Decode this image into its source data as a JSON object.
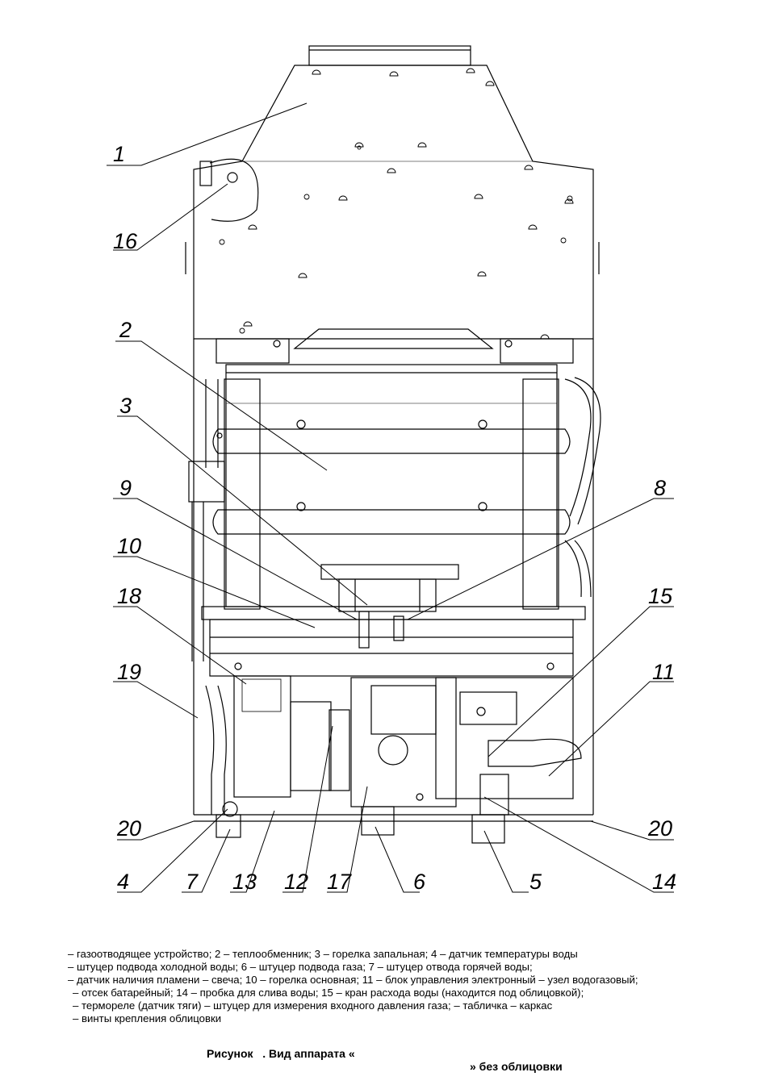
{
  "callouts": [
    "1",
    "16",
    "2",
    "3",
    "9",
    "10",
    "18",
    "19",
    "20",
    "4",
    "7",
    "13",
    "12",
    "17",
    "6",
    "5",
    "14",
    "20",
    "11",
    "15",
    "8"
  ],
  "legend": [
    "– газоотводящее устройство; 2 – теплообменник; 3 – горелка запальная; 4 – датчик температуры воды",
    "– штуцер подвода холодной воды; 6 – штуцер подвода газа; 7 – штуцер отвода горячей воды;",
    "– датчик наличия пламени     – свеча; 10 – горелка основная; 11 – блок управления электронный       – узел водогазовый;",
    "– отсек батарейный; 14 – пробка для слива воды; 15 – кран расхода воды (находится под облицовкой);",
    "– термореле (датчик тяги)       – штуцер для измерения входного давления газа;       – табличка       – каркас",
    "– винты крепления облицовки"
  ],
  "caption": {
    "left": "Рисунок   . Вид аппарата «",
    "right": "» без облицовки"
  }
}
